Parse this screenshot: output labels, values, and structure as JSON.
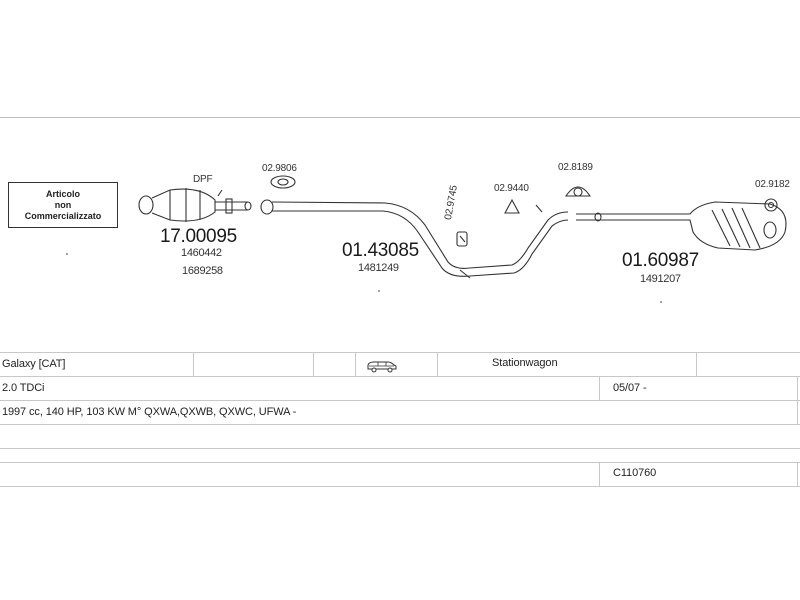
{
  "notice": {
    "line1": "Articolo",
    "line2": "non",
    "line3": "Commercializzato"
  },
  "parts": [
    {
      "id": "dpf",
      "label": "DPF",
      "number": "17.00095",
      "refs": [
        "1460442",
        "1689258"
      ]
    },
    {
      "id": "front-pipe",
      "number": "01.43085",
      "refs": [
        "1481249"
      ]
    },
    {
      "id": "rear-silencer",
      "number": "01.60987",
      "refs": [
        "1491207"
      ]
    }
  ],
  "accessories": [
    "02.9806",
    "02.9745",
    "02.9440",
    "02.8189",
    "02.9182"
  ],
  "vehicle": {
    "model": "Galaxy  [CAT]",
    "body": "Stationwagon",
    "engine": "2.0 TDCi",
    "date": "05/07 -",
    "spec": "1997 cc, 140 HP, 103 KW M° QXWA,QXWB, QXWC, UFWA -",
    "code": "C110760"
  },
  "icons": {
    "vehicle_type": "station-wagon-icon"
  }
}
